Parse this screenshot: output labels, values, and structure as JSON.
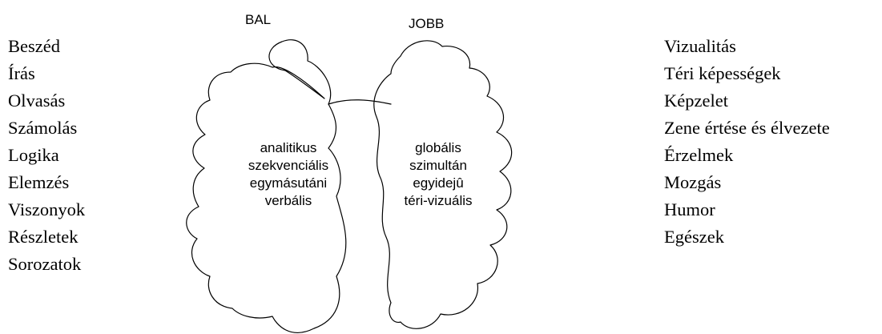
{
  "left_functions": [
    "Beszéd",
    "Írás",
    "Olvasás",
    "Számolás",
    "Logika",
    "Elemzés",
    "Viszonyok",
    "Részletek",
    "Sorozatok"
  ],
  "right_functions": [
    "Vizualitás",
    "Téri képességek",
    "Képzelet",
    "Zene értése és élvezete",
    "Érzelmek",
    "Mozgás",
    "Humor",
    "Egészek"
  ],
  "hemispheres": {
    "left": {
      "label": "BAL",
      "traits": [
        "analitikus",
        "szekvenciális",
        "egymásutáni",
        "verbális"
      ]
    },
    "right": {
      "label": "JOBB",
      "traits": [
        "globális",
        "szimultán",
        "egyidejû",
        "téri-vizuális"
      ]
    }
  }
}
